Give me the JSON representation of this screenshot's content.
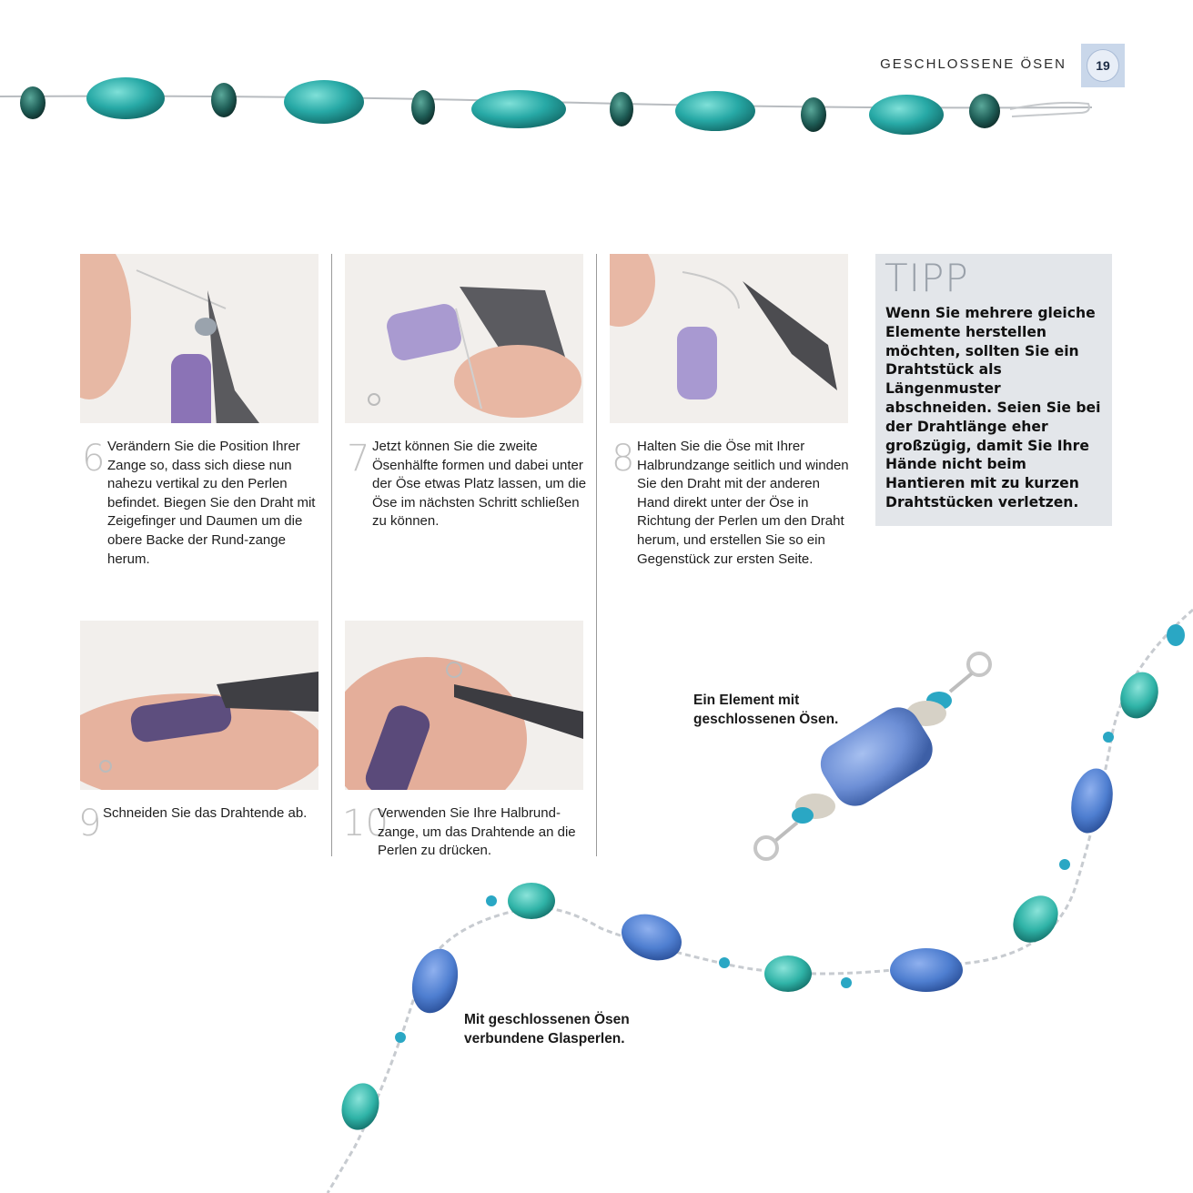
{
  "header": {
    "running_head": "GESCHLOSSENE ÖSEN",
    "page_number": "19"
  },
  "steps": [
    {
      "number": "6",
      "text": "Verändern Sie die Position Ihrer Zange so, dass sich diese nun nahezu vertikal zu den Perlen befindet. Biegen Sie den Draht mit Zeigefinger und Daumen um die obere Backe der Rund-zange herum."
    },
    {
      "number": "7",
      "text": "Jetzt können Sie die zweite Ösenhälfte formen und dabei unter der Öse etwas Platz lassen, um die Öse im nächsten Schritt schließen zu können."
    },
    {
      "number": "8",
      "text": "Halten Sie die Öse mit Ihrer Halbrundzange seitlich und winden Sie den Draht mit der anderen Hand direkt unter der Öse in Richtung der Perlen um den Draht herum, und erstellen Sie so ein Gegenstück zur ersten Seite."
    },
    {
      "number": "9",
      "text": "Schneiden Sie das Drahtende ab."
    },
    {
      "number": "10",
      "text": "Verwenden Sie Ihre Halbrund-zange, um das Drahtende an die Perlen zu drücken."
    }
  ],
  "tip": {
    "title": "TIPP",
    "text": "Wenn Sie mehrere gleiche Elemente herstellen möchten, sollten Sie ein Drahtstück als Längenmuster abschneiden. Seien Sie bei der Drahtlänge eher großzügig, damit Sie Ihre Hände nicht beim Hantieren mit zu kurzen Drahtstücken verletzen."
  },
  "captions": {
    "element": "Ein Element mit geschlossenen Ösen.",
    "necklace": "Mit geschlossenen Ösen verbundene Glasperlen."
  },
  "colors": {
    "turquoise": "#2aa7a4",
    "amethyst": "#8a78b8",
    "blue_glass": "#4f7fd0",
    "teal_glass": "#2fb4a8",
    "tip_bg": "#e3e6ea",
    "badge_bg": "#c9d7ea"
  }
}
